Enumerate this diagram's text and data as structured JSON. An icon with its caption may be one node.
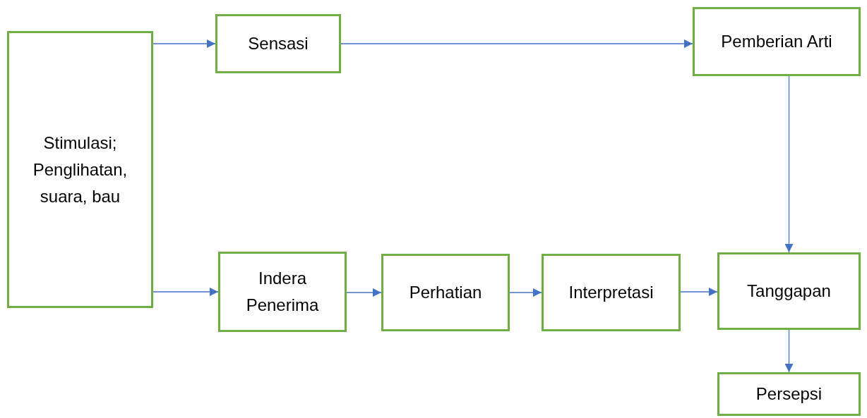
{
  "diagram": {
    "nodes": [
      {
        "text": [
          "Stimulasi; Penglihatan, suara, bau"
        ]
      },
      {
        "text": [
          "Sensasi"
        ]
      },
      {
        "text": [
          "Pemberian Arti"
        ]
      },
      {
        "text": [
          "Indera Penerima"
        ]
      },
      {
        "text": [
          "Perhatian"
        ]
      },
      {
        "text": [
          "Interpretasi"
        ]
      },
      {
        "text": [
          "Tanggapan"
        ]
      },
      {
        "text": [
          "Persepsi"
        ]
      }
    ],
    "edges": [
      {
        "from": 0,
        "to": 1,
        "arrow": "to"
      },
      {
        "from": 1,
        "to": 2,
        "arrow": "to"
      },
      {
        "from": 2,
        "to": 6,
        "arrow": "to"
      },
      {
        "from": 0,
        "to": 3,
        "arrow": "to"
      },
      {
        "from": 3,
        "to": 4,
        "arrow": "to"
      },
      {
        "from": 4,
        "to": 5,
        "arrow": "to"
      },
      {
        "from": 5,
        "to": 6,
        "arrow": "to"
      },
      {
        "from": 6,
        "to": 7,
        "arrow": "to"
      }
    ]
  }
}
